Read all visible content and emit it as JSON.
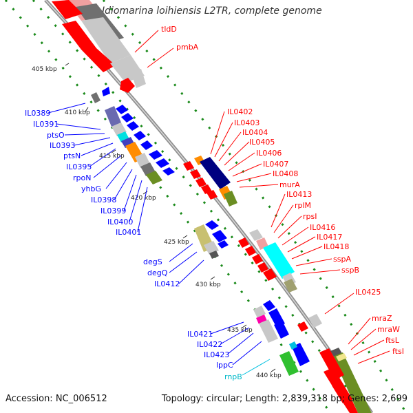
{
  "title": "Idiomarina loihiensis L2TR, complete genome",
  "accession_text": "Accession: NC_006512",
  "topology_text": "Topology: circular; Length: 2,839,318 bp; Genes: 2,699",
  "kbp_labels": [
    "405 kbp",
    "410 kbp",
    "415 kbp",
    "420 kbp",
    "425 kbp",
    "430 kbp",
    "435 kbp",
    "440 kbp"
  ],
  "genes_right": [
    "tldD",
    "pmbA",
    "IL0402",
    "IL0403",
    "IL0404",
    "IL0405",
    "IL0406",
    "IL0407",
    "IL0408",
    "murA",
    "IL0413",
    "rplM",
    "rpsI",
    "IL0416",
    "IL0417",
    "IL0418",
    "sspA",
    "sspB",
    "IL0425",
    "mraZ",
    "mraW",
    "ftsL",
    "ftsI"
  ],
  "genes_left": [
    "IL0389",
    "IL0391",
    "ptsO",
    "IL0393",
    "ptsN",
    "IL0395",
    "rpoN",
    "yhbG",
    "IL0398",
    "IL0399",
    "IL0400",
    "IL0401",
    "degS",
    "degQ",
    "IL0412",
    "IL0421",
    "IL0422",
    "IL0423",
    "lppC",
    "rnpB"
  ],
  "colors": {
    "red": "#ff0000",
    "blue": "#0000ff",
    "cyan": "#00b8c8",
    "backbone": "#a0a0a0",
    "dot_green": "#1a8a1a"
  }
}
